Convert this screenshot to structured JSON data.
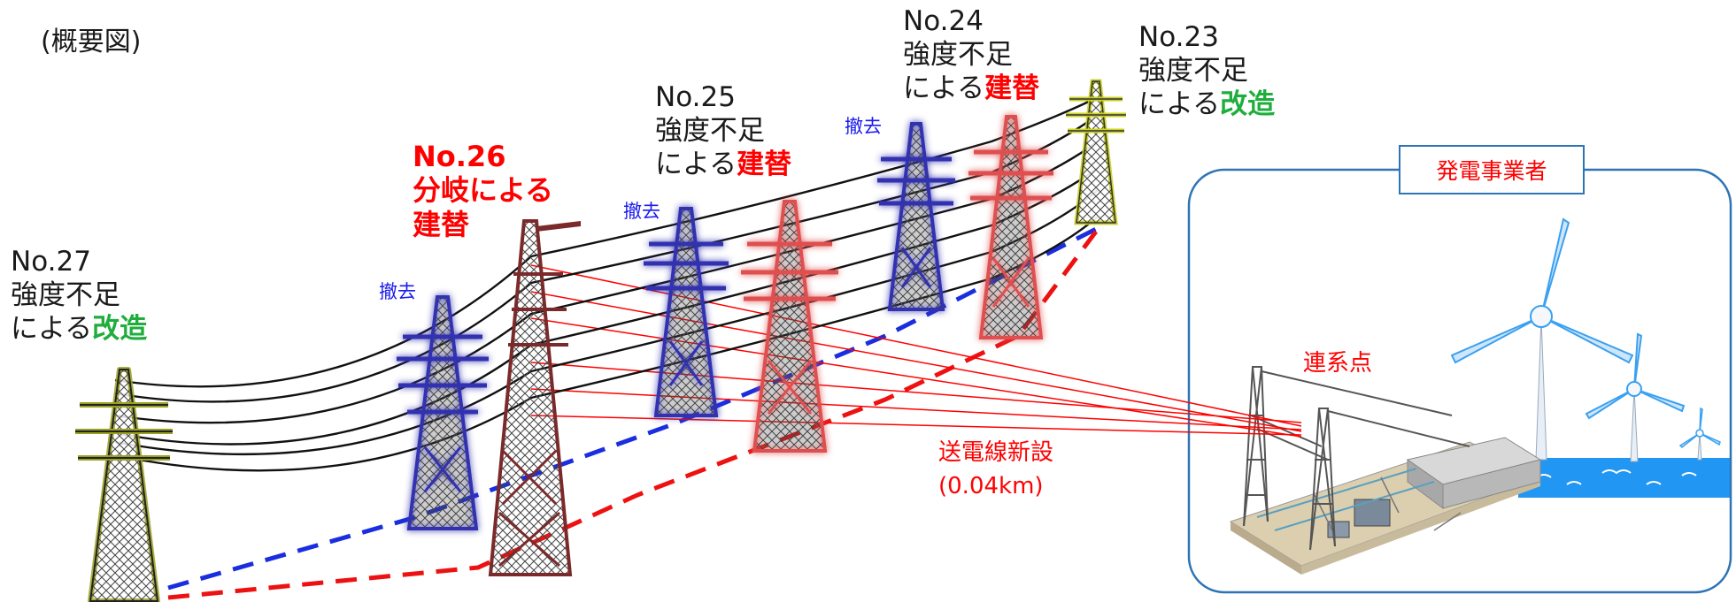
{
  "title": "(概要図)",
  "towers": [
    {
      "id": "No.27",
      "number": "No.27",
      "line1": "強度不足",
      "line2_prefix": "による",
      "line2_action": "改造",
      "action_color": "#1fae3c"
    },
    {
      "id": "No.26",
      "number": "No.26",
      "line1": "分岐による",
      "line2_action": "建替",
      "action_color": "#ff0000"
    },
    {
      "id": "No.25",
      "number": "No.25",
      "line1": "強度不足",
      "line2_prefix": "による",
      "line2_action": "建替",
      "action_color": "#ff0000"
    },
    {
      "id": "No.24",
      "number": "No.24",
      "line1": "強度不足",
      "line2_prefix": "による",
      "line2_action": "建替",
      "action_color": "#ff0000"
    },
    {
      "id": "No.23",
      "number": "No.23",
      "line1": "強度不足",
      "line2_prefix": "による",
      "line2_action": "改造",
      "action_color": "#1fae3c"
    }
  ],
  "removal_label": "撤去",
  "operator_label": "発電事業者",
  "connection_point_label": "連系点",
  "new_line_label": "送電線新設",
  "new_line_length": "(0.04km)",
  "colors": {
    "removed_tower": "#3030b0",
    "rebuilt_tower": "#e05050",
    "branch_tower": "#7a2a2a",
    "modified_tower_outline": "#c8d020",
    "old_route_dash": "#1a2ee0",
    "new_route_dash": "#ee1111",
    "new_line": "#ff0000",
    "box_border": "#2e74b5",
    "sea": "#1e90ff"
  },
  "icons": [
    "transmission-tower-icon",
    "wind-turbine-icon",
    "substation-icon"
  ]
}
